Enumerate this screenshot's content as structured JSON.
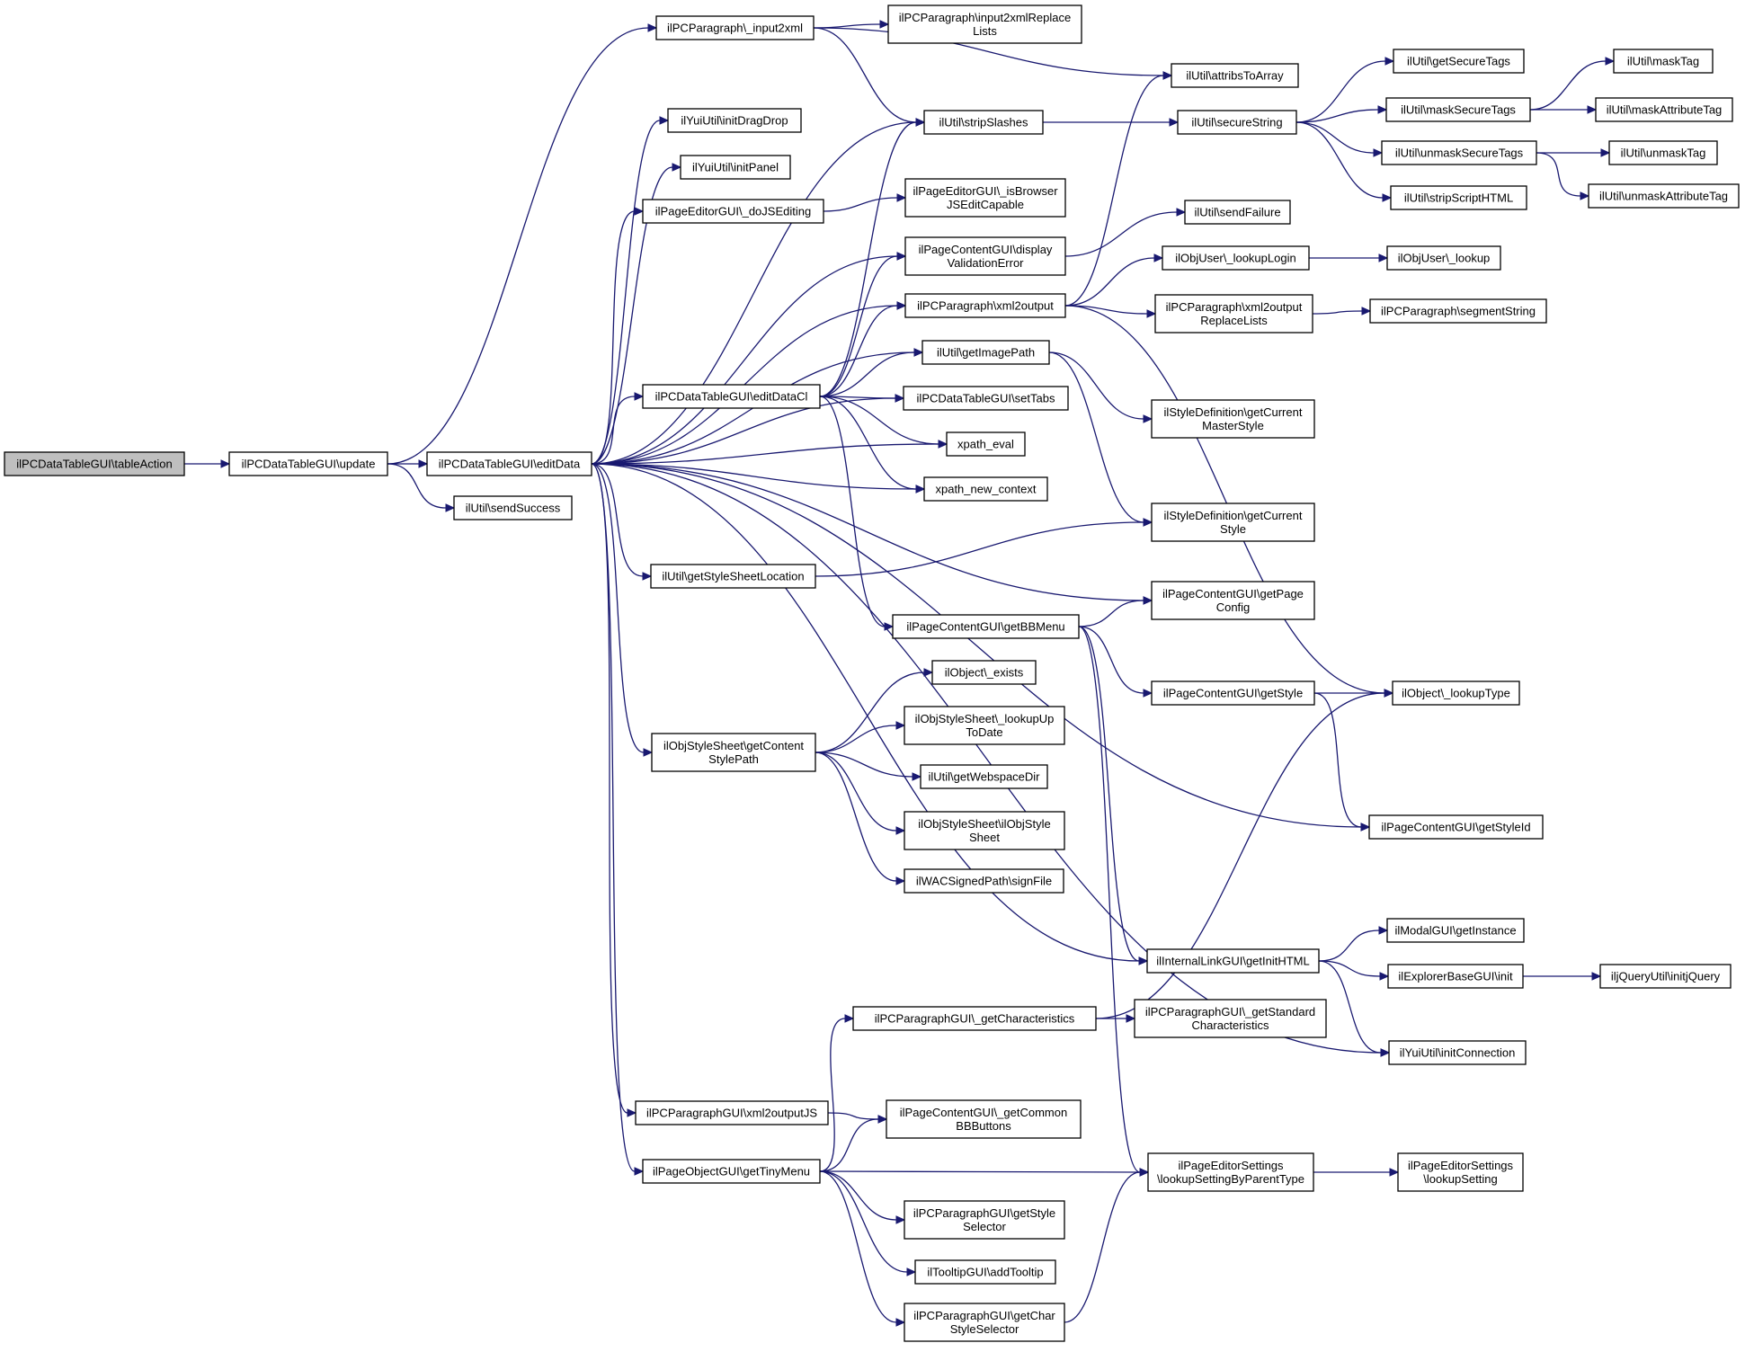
{
  "graph": {
    "nodes": [
      {
        "id": "root",
        "lines": [
          "ilPCDataTableGUI\\tableAction"
        ],
        "highlight": true
      },
      {
        "id": "update",
        "lines": [
          "ilPCDataTableGUI\\update"
        ]
      },
      {
        "id": "editData",
        "lines": [
          "ilPCDataTableGUI\\editData"
        ]
      },
      {
        "id": "sendSuccess",
        "lines": [
          "ilUtil\\sendSuccess"
        ]
      },
      {
        "id": "input2xml",
        "lines": [
          "ilPCParagraph\\_input2xml"
        ]
      },
      {
        "id": "input2xmlReplace",
        "lines": [
          "ilPCParagraph\\input2xmlReplace",
          "Lists"
        ]
      },
      {
        "id": "attribsToArray",
        "lines": [
          "ilUtil\\attribsToArray"
        ]
      },
      {
        "id": "stripSlashes",
        "lines": [
          "ilUtil\\stripSlashes"
        ]
      },
      {
        "id": "secureString",
        "lines": [
          "ilUtil\\secureString"
        ]
      },
      {
        "id": "getSecureTags",
        "lines": [
          "ilUtil\\getSecureTags"
        ]
      },
      {
        "id": "maskSecureTags",
        "lines": [
          "ilUtil\\maskSecureTags"
        ]
      },
      {
        "id": "unmaskSecureTags",
        "lines": [
          "ilUtil\\unmaskSecureTags"
        ]
      },
      {
        "id": "stripScriptHTML",
        "lines": [
          "ilUtil\\stripScriptHTML"
        ]
      },
      {
        "id": "maskTag",
        "lines": [
          "ilUtil\\maskTag"
        ]
      },
      {
        "id": "maskAttributeTag",
        "lines": [
          "ilUtil\\maskAttributeTag"
        ]
      },
      {
        "id": "unmaskTag",
        "lines": [
          "ilUtil\\unmaskTag"
        ]
      },
      {
        "id": "unmaskAttributeTag",
        "lines": [
          "ilUtil\\unmaskAttributeTag"
        ]
      },
      {
        "id": "initDragDrop",
        "lines": [
          "ilYuiUtil\\initDragDrop"
        ]
      },
      {
        "id": "initPanel",
        "lines": [
          "ilYuiUtil\\initPanel"
        ]
      },
      {
        "id": "doJSEditing",
        "lines": [
          "ilPageEditorGUI\\_doJSEditing"
        ]
      },
      {
        "id": "isBrowserJS",
        "lines": [
          "ilPageEditorGUI\\_isBrowser",
          "JSEditCapable"
        ]
      },
      {
        "id": "sendFailure",
        "lines": [
          "ilUtil\\sendFailure"
        ]
      },
      {
        "id": "displayValidationError",
        "lines": [
          "ilPageContentGUI\\display",
          "ValidationError"
        ]
      },
      {
        "id": "xml2output",
        "lines": [
          "ilPCParagraph\\xml2output"
        ]
      },
      {
        "id": "lookupLogin",
        "lines": [
          "ilObjUser\\_lookupLogin"
        ]
      },
      {
        "id": "objUserLookup",
        "lines": [
          "ilObjUser\\_lookup"
        ]
      },
      {
        "id": "xml2outputReplaceLists",
        "lines": [
          "ilPCParagraph\\xml2output",
          "ReplaceLists"
        ]
      },
      {
        "id": "segmentString",
        "lines": [
          "ilPCParagraph\\segmentString"
        ]
      },
      {
        "id": "editDataCl",
        "lines": [
          "ilPCDataTableGUI\\editDataCl"
        ]
      },
      {
        "id": "getImagePath",
        "lines": [
          "ilUtil\\getImagePath"
        ]
      },
      {
        "id": "setTabs",
        "lines": [
          "ilPCDataTableGUI\\setTabs"
        ]
      },
      {
        "id": "getCurrentMasterStyle",
        "lines": [
          "ilStyleDefinition\\getCurrent",
          "MasterStyle"
        ]
      },
      {
        "id": "xpathEval",
        "lines": [
          "xpath_eval"
        ]
      },
      {
        "id": "xpathNewContext",
        "lines": [
          "xpath_new_context"
        ]
      },
      {
        "id": "getCurrentStyle",
        "lines": [
          "ilStyleDefinition\\getCurrent",
          "Style"
        ]
      },
      {
        "id": "getStyleSheetLocation",
        "lines": [
          "ilUtil\\getStyleSheetLocation"
        ]
      },
      {
        "id": "getPageConfig",
        "lines": [
          "ilPageContentGUI\\getPage",
          "Config"
        ]
      },
      {
        "id": "getBBMenu",
        "lines": [
          "ilPageContentGUI\\getBBMenu"
        ]
      },
      {
        "id": "getStyle",
        "lines": [
          "ilPageContentGUI\\getStyle"
        ]
      },
      {
        "id": "lookupType",
        "lines": [
          "ilObject\\_lookupType"
        ]
      },
      {
        "id": "objectExists",
        "lines": [
          "ilObject\\_exists"
        ]
      },
      {
        "id": "lookupUpToDate",
        "lines": [
          "ilObjStyleSheet\\_lookupUp",
          "ToDate"
        ]
      },
      {
        "id": "getContentStylePath",
        "lines": [
          "ilObjStyleSheet\\getContent",
          "StylePath"
        ]
      },
      {
        "id": "getWebspaceDir",
        "lines": [
          "ilUtil\\getWebspaceDir"
        ]
      },
      {
        "id": "ilObjStyleSheetCtor",
        "lines": [
          "ilObjStyleSheet\\ilObjStyle",
          "Sheet"
        ]
      },
      {
        "id": "signFile",
        "lines": [
          "ilWACSignedPath\\signFile"
        ]
      },
      {
        "id": "getStyleId",
        "lines": [
          "ilPageContentGUI\\getStyleId"
        ]
      },
      {
        "id": "getInstance",
        "lines": [
          "ilModalGUI\\getInstance"
        ]
      },
      {
        "id": "getInitHTML",
        "lines": [
          "ilInternalLinkGUI\\getInitHTML"
        ]
      },
      {
        "id": "explorerInit",
        "lines": [
          "ilExplorerBaseGUI\\init"
        ]
      },
      {
        "id": "initjQuery",
        "lines": [
          "iljQueryUtil\\initjQuery"
        ]
      },
      {
        "id": "getCharacteristics",
        "lines": [
          "ilPCParagraphGUI\\_getCharacteristics"
        ]
      },
      {
        "id": "getStandardCharacteristics",
        "lines": [
          "ilPCParagraphGUI\\_getStandard",
          "Characteristics"
        ]
      },
      {
        "id": "initConnection",
        "lines": [
          "ilYuiUtil\\initConnection"
        ]
      },
      {
        "id": "xml2outputJS",
        "lines": [
          "ilPCParagraphGUI\\xml2outputJS"
        ]
      },
      {
        "id": "getCommonBBButtons",
        "lines": [
          "ilPageContentGUI\\_getCommon",
          "BBButtons"
        ]
      },
      {
        "id": "getTinyMenu",
        "lines": [
          "ilPageObjectGUI\\getTinyMenu"
        ]
      },
      {
        "id": "lookupSettingByParentType",
        "lines": [
          "ilPageEditorSettings",
          "\\lookupSettingByParentType"
        ]
      },
      {
        "id": "lookupSetting",
        "lines": [
          "ilPageEditorSettings",
          "\\lookupSetting"
        ]
      },
      {
        "id": "getStyleSelector",
        "lines": [
          "ilPCParagraphGUI\\getStyle",
          "Selector"
        ]
      },
      {
        "id": "addTooltip",
        "lines": [
          "ilTooltipGUI\\addTooltip"
        ]
      },
      {
        "id": "getCharStyleSelector",
        "lines": [
          "ilPCParagraphGUI\\getChar",
          "StyleSelector"
        ]
      }
    ],
    "edges": [
      [
        "root",
        "update"
      ],
      [
        "update",
        "input2xml"
      ],
      [
        "update",
        "editData"
      ],
      [
        "update",
        "sendSuccess"
      ],
      [
        "input2xml",
        "input2xmlReplace"
      ],
      [
        "input2xml",
        "attribsToArray"
      ],
      [
        "input2xml",
        "stripSlashes"
      ],
      [
        "stripSlashes",
        "secureString"
      ],
      [
        "secureString",
        "getSecureTags"
      ],
      [
        "secureString",
        "maskSecureTags"
      ],
      [
        "secureString",
        "unmaskSecureTags"
      ],
      [
        "secureString",
        "stripScriptHTML"
      ],
      [
        "maskSecureTags",
        "maskTag"
      ],
      [
        "maskSecureTags",
        "maskAttributeTag"
      ],
      [
        "unmaskSecureTags",
        "unmaskTag"
      ],
      [
        "unmaskSecureTags",
        "unmaskAttributeTag"
      ],
      [
        "editData",
        "stripSlashes"
      ],
      [
        "editData",
        "initDragDrop"
      ],
      [
        "editData",
        "initPanel"
      ],
      [
        "editData",
        "doJSEditing"
      ],
      [
        "doJSEditing",
        "isBrowserJS"
      ],
      [
        "editData",
        "displayValidationError"
      ],
      [
        "displayValidationError",
        "sendFailure"
      ],
      [
        "editData",
        "xml2output"
      ],
      [
        "xml2output",
        "attribsToArray"
      ],
      [
        "xml2output",
        "lookupLogin"
      ],
      [
        "lookupLogin",
        "objUserLookup"
      ],
      [
        "xml2output",
        "xml2outputReplaceLists"
      ],
      [
        "xml2outputReplaceLists",
        "segmentString"
      ],
      [
        "xml2output",
        "lookupType"
      ],
      [
        "editData",
        "getImagePath"
      ],
      [
        "editData",
        "editDataCl"
      ],
      [
        "editDataCl",
        "stripSlashes"
      ],
      [
        "editDataCl",
        "displayValidationError"
      ],
      [
        "editDataCl",
        "xml2output"
      ],
      [
        "editDataCl",
        "getImagePath"
      ],
      [
        "editDataCl",
        "setTabs"
      ],
      [
        "editDataCl",
        "xpathEval"
      ],
      [
        "editDataCl",
        "xpathNewContext"
      ],
      [
        "editDataCl",
        "getBBMenu"
      ],
      [
        "getImagePath",
        "getCurrentMasterStyle"
      ],
      [
        "getImagePath",
        "getCurrentStyle"
      ],
      [
        "editData",
        "setTabs"
      ],
      [
        "editData",
        "xpathEval"
      ],
      [
        "editData",
        "xpathNewContext"
      ],
      [
        "editData",
        "getStyleSheetLocation"
      ],
      [
        "getStyleSheetLocation",
        "getCurrentStyle"
      ],
      [
        "editData",
        "getPageConfig"
      ],
      [
        "getBBMenu",
        "getPageConfig"
      ],
      [
        "getBBMenu",
        "getStyle"
      ],
      [
        "getBBMenu",
        "getInitHTML"
      ],
      [
        "getBBMenu",
        "lookupSettingByParentType"
      ],
      [
        "getStyle",
        "lookupType"
      ],
      [
        "getStyle",
        "getStyleId"
      ],
      [
        "editData",
        "getContentStylePath"
      ],
      [
        "getContentStylePath",
        "objectExists"
      ],
      [
        "getContentStylePath",
        "lookupUpToDate"
      ],
      [
        "getContentStylePath",
        "getWebspaceDir"
      ],
      [
        "getContentStylePath",
        "ilObjStyleSheetCtor"
      ],
      [
        "getContentStylePath",
        "signFile"
      ],
      [
        "editData",
        "getStyleId"
      ],
      [
        "editData",
        "getInitHTML"
      ],
      [
        "getInitHTML",
        "getInstance"
      ],
      [
        "getInitHTML",
        "explorerInit"
      ],
      [
        "getInitHTML",
        "initConnection"
      ],
      [
        "explorerInit",
        "initjQuery"
      ],
      [
        "editData",
        "initConnection"
      ],
      [
        "editData",
        "xml2outputJS"
      ],
      [
        "xml2outputJS",
        "getCommonBBButtons"
      ],
      [
        "editData",
        "getTinyMenu"
      ],
      [
        "getTinyMenu",
        "getCharacteristics"
      ],
      [
        "getCharacteristics",
        "lookupType"
      ],
      [
        "getCharacteristics",
        "getStandardCharacteristics"
      ],
      [
        "getTinyMenu",
        "getCommonBBButtons"
      ],
      [
        "getTinyMenu",
        "lookupSettingByParentType"
      ],
      [
        "lookupSettingByParentType",
        "lookupSetting"
      ],
      [
        "getTinyMenu",
        "getStyleSelector"
      ],
      [
        "getTinyMenu",
        "addTooltip"
      ],
      [
        "getTinyMenu",
        "getCharStyleSelector"
      ],
      [
        "getCharStyleSelector",
        "lookupSettingByParentType"
      ]
    ]
  }
}
